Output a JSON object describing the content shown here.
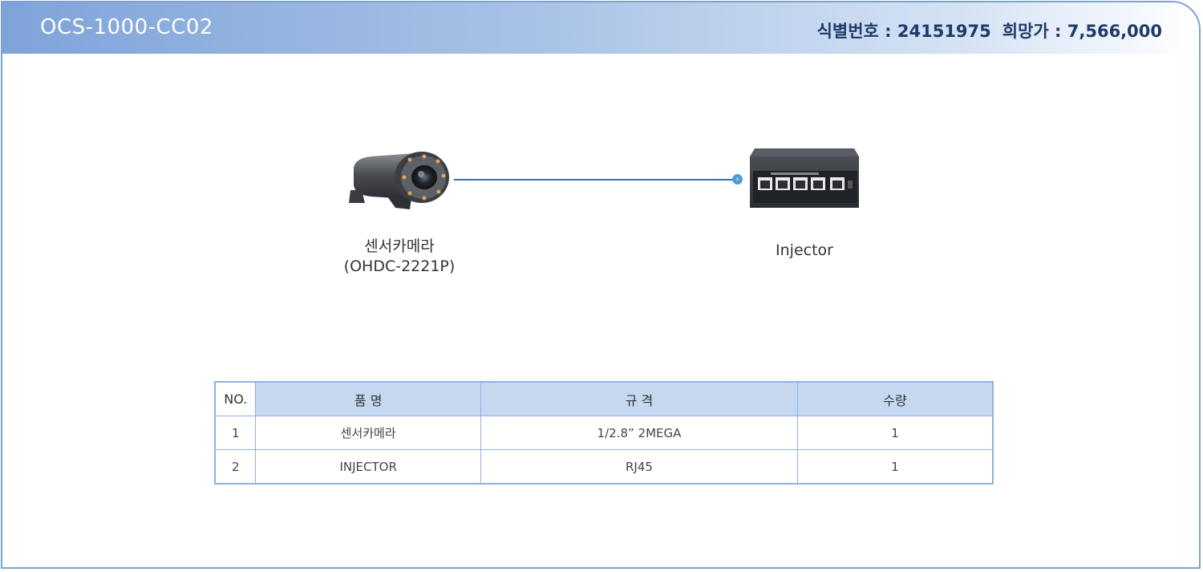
{
  "header": {
    "model": "OCS-1000-CC02",
    "id_label": "식별번호 : 24151975",
    "price_label": "희망가 : 7,566,000"
  },
  "diagram": {
    "camera": {
      "name": "센서카메라",
      "model": "(OHDC-2221P)",
      "icon": "security-camera-icon"
    },
    "injector": {
      "name": "Injector",
      "icon": "poe-switch-icon"
    },
    "connector_icon": "chevron-right-icon"
  },
  "table": {
    "headers": [
      "NO.",
      "품 명",
      "규 격",
      "수량"
    ],
    "rows": [
      [
        "1",
        "센서카메라",
        "1/2.8” 2MEGA",
        "1"
      ],
      [
        "2",
        "INJECTOR",
        "RJ45",
        "1"
      ]
    ]
  },
  "colors": {
    "frame": "#7ba1d6",
    "header_start": "#7fa3d9",
    "header_text": "#1f3a6a",
    "connector": "#3b73ad",
    "table_border": "#8fb3e0",
    "table_header": "#c6d8f0"
  }
}
